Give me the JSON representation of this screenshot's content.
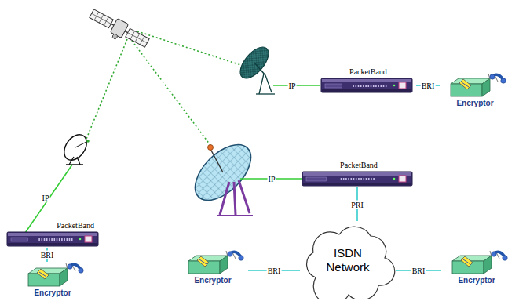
{
  "diagram": {
    "nodes": [
      {
        "text": [
          "PacketBand"
        ]
      },
      {
        "text": [
          "Encryptor"
        ]
      },
      {
        "text": [
          "PacketBand"
        ]
      },
      {
        "text": [
          "PacketBand"
        ]
      },
      {
        "text": [
          "Encryptor"
        ]
      },
      {
        "text": [
          "Encryptor"
        ]
      },
      {
        "text": [
          "ISDN Network"
        ]
      },
      {
        "text": [
          "Encryptor"
        ]
      }
    ],
    "edges": [
      {
        "from": 0,
        "to": 1,
        "label": "BRI",
        "arrow": "none"
      },
      {
        "from": 2,
        "to": 6,
        "label": "PRI",
        "arrow": "none"
      },
      {
        "from": 3,
        "to": 4,
        "label": "BRI",
        "arrow": "none"
      },
      {
        "from": 5,
        "to": 6,
        "label": "BRI",
        "arrow": "none"
      },
      {
        "from": 6,
        "to": 7,
        "label": "BRI",
        "arrow": "none"
      }
    ],
    "labels": [
      "IP",
      "IP",
      "IP"
    ]
  }
}
